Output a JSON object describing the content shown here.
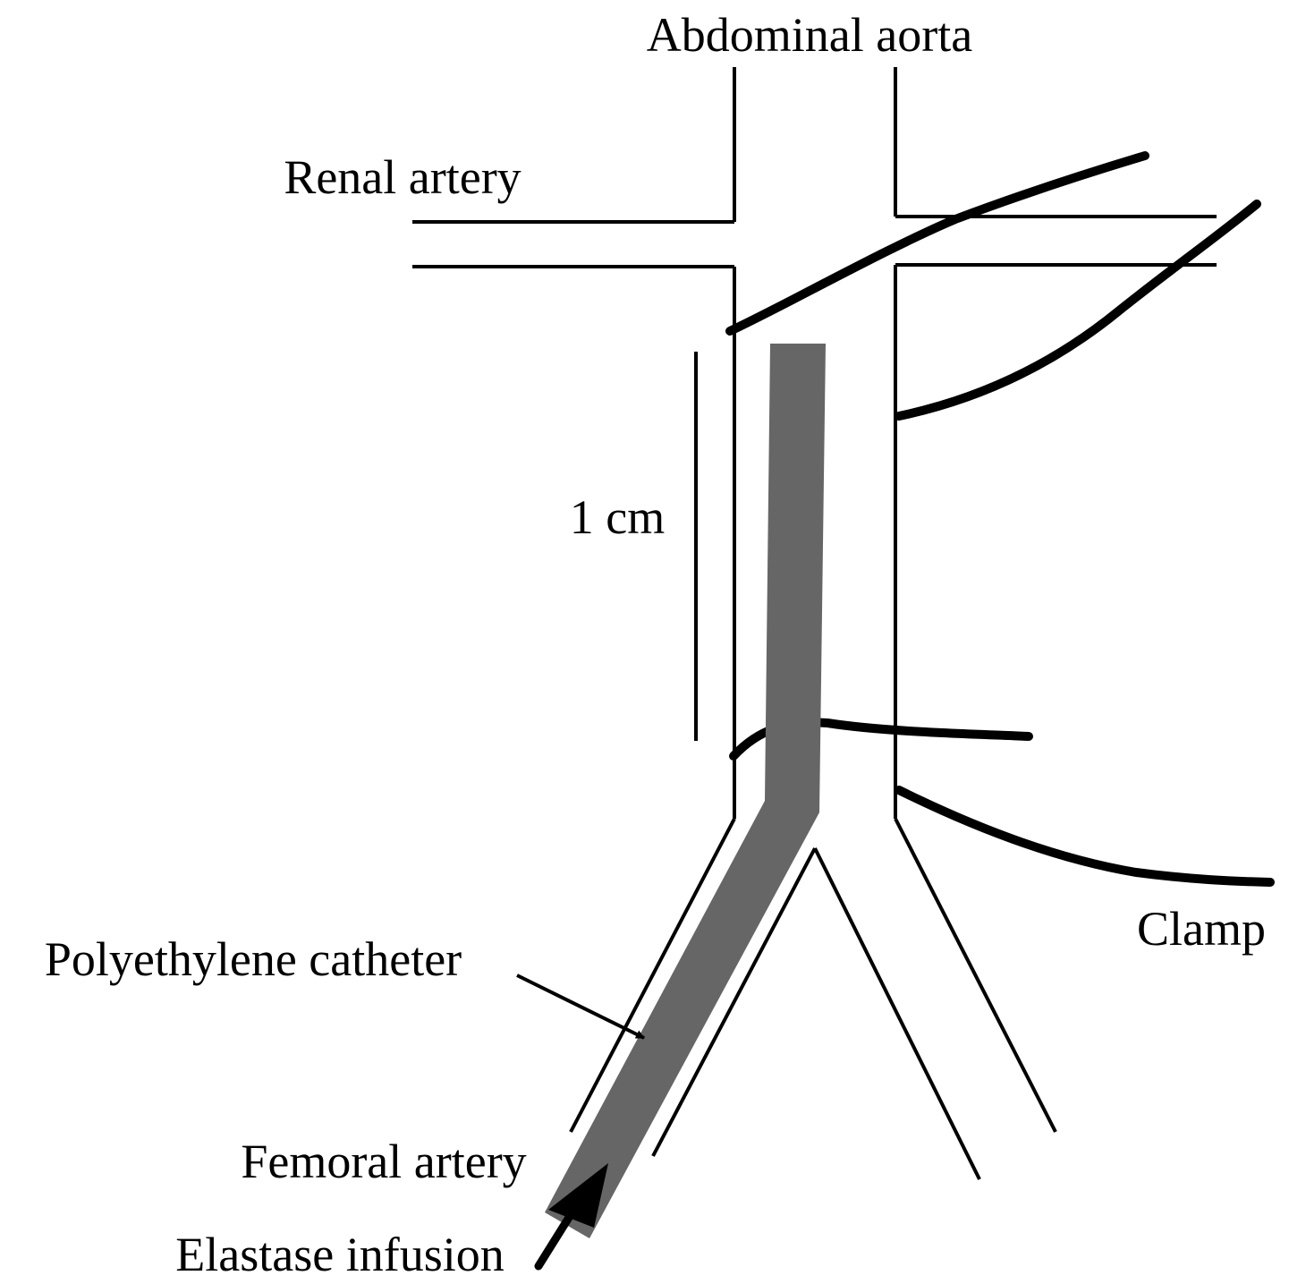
{
  "labels": {
    "abdominal_aorta": "Abdominal aorta",
    "renal_artery": "Renal artery",
    "scale": "1 cm",
    "clamp": "Clamp",
    "catheter": "Polyethylene catheter",
    "femoral_artery": "Femoral artery",
    "elastase_infusion": "Elastase infusion"
  },
  "colors": {
    "outline": "#000000",
    "catheter": "#666666",
    "background": "#ffffff"
  }
}
